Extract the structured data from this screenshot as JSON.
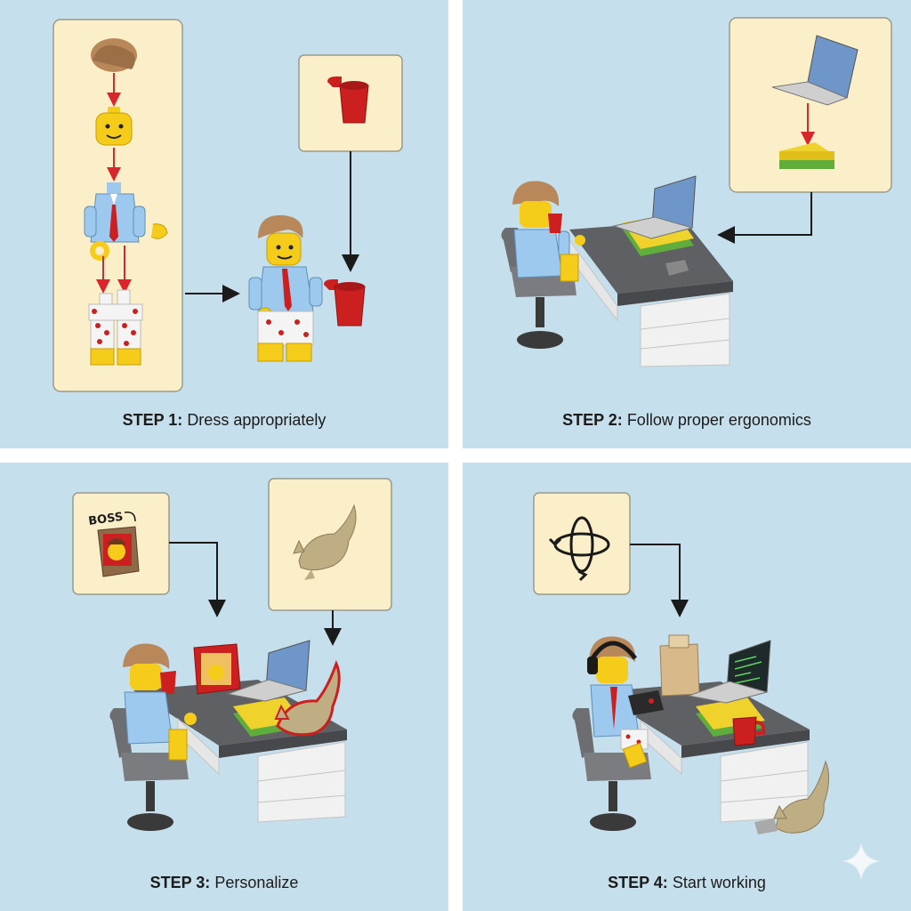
{
  "steps": [
    {
      "label": "STEP 1:",
      "text": "Dress appropriately"
    },
    {
      "label": "STEP 2:",
      "text": "Follow proper ergonomics"
    },
    {
      "label": "STEP 3:",
      "text": "Personalize"
    },
    {
      "label": "STEP 4:",
      "text": "Start working"
    }
  ],
  "callouts": {
    "boss_label": "BOSS"
  },
  "colors": {
    "panel_bg": "#c6dfec",
    "callout_bg": "#fbefc9",
    "arrow_red": "#d8262b",
    "brick_red": "#cc1f1f",
    "minifig_yellow": "#f5cc1a",
    "shirt_blue": "#9ec9ee",
    "hair_brown": "#b8875a",
    "desk_gray": "#5f6063",
    "desk_white": "#f1f1f1",
    "cat_tan": "#bfae84"
  },
  "icons": [
    "sparkle-icon",
    "rotate-icon",
    "laptop-icon",
    "cup-icon",
    "cat-icon",
    "boss-photo-icon"
  ]
}
